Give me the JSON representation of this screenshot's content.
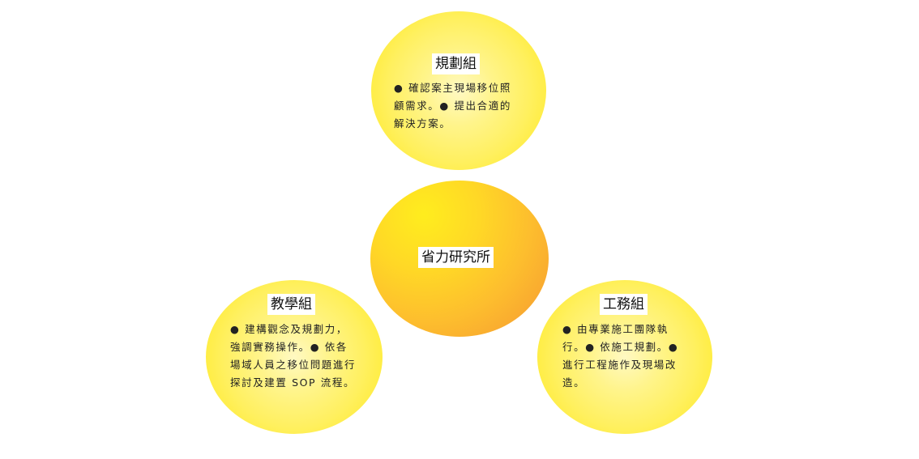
{
  "center": {
    "label": "省力研究所"
  },
  "groups": {
    "planning": {
      "title": "規劃組",
      "lines": [
        "● 確認案主現場移位照",
        "顧需求。● 提出合適的",
        "解決方案。"
      ]
    },
    "teaching": {
      "title": "教學組",
      "lines": [
        "● 建構觀念及規劃力，",
        "強調實務操作。● 依各",
        "場域人員之移位問題進行",
        "探討及建置 SOP 流程。"
      ]
    },
    "engineering": {
      "title": "工務組",
      "lines": [
        "● 由專業施工團隊執",
        "行。● 依施工規劃。●",
        "進行工程施作及現場改",
        "造。"
      ]
    }
  },
  "colors": {
    "bubble": "#ffec3a",
    "center_top": "#ffed1e",
    "center_bottom": "#f59a30",
    "ring": "#ffe83a"
  }
}
